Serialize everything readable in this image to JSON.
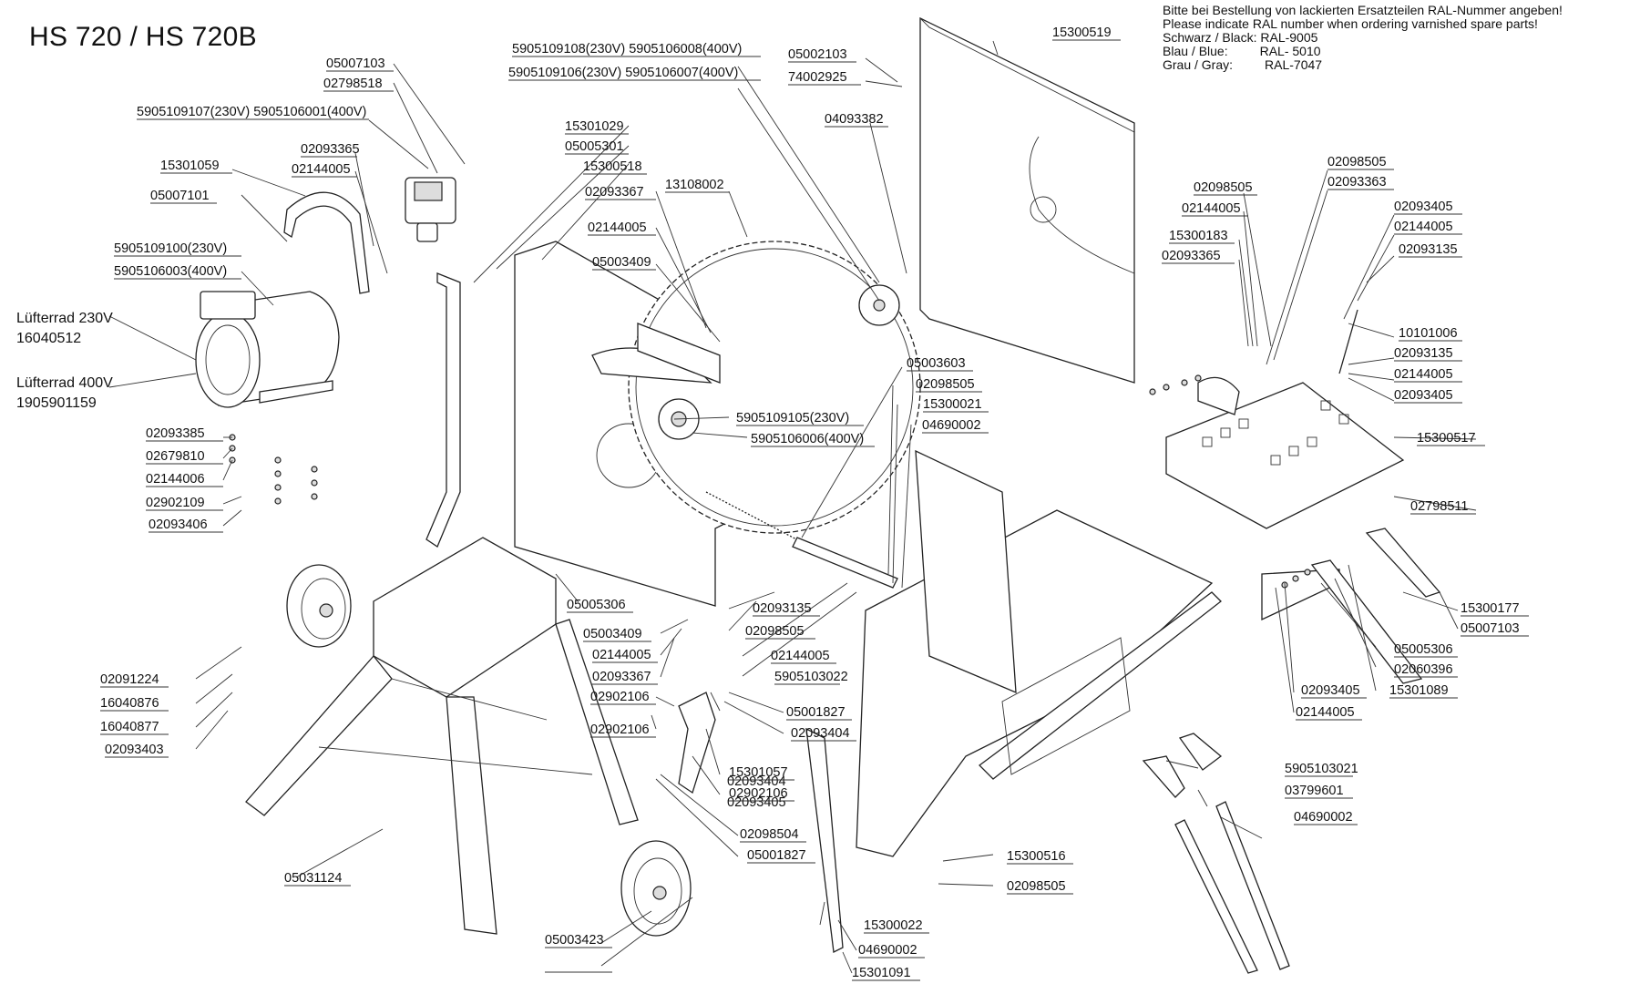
{
  "title": "HS 720 / HS 720B",
  "note": {
    "lines": [
      "Bitte bei Bestellung von lackierten Ersatzteilen RAL-Nummer angeben!",
      "Please indicate RAL number when ordering varnished spare parts!",
      "Schwarz / Black: RAL-9005",
      "Blau / Blue:         RAL- 5010",
      "Grau / Gray:         RAL-7047"
    ]
  },
  "fan_labels": [
    {
      "text": "Lüfterrad 230V"
    },
    {
      "text": "16040512"
    },
    {
      "text": "Lüfterrad 400V"
    },
    {
      "text": "1905901159"
    }
  ],
  "part_numbers": [
    "05007103",
    "02798518",
    "5905109107(230V) 5905106001(400V)",
    "02093365",
    "15301059",
    "02144005",
    "05007101",
    "5905109100(230V)",
    "5905106003(400V)",
    "02093385",
    "02679810",
    "02144006",
    "02902109",
    "02093406",
    "15301029",
    "05005301",
    "15300518",
    "02093367",
    "13108002",
    "02144005",
    "05003409",
    "5905109108(230V) 5905106008(400V)",
    "5905109106(230V) 5905106007(400V)",
    "05002103",
    "74002925",
    "04093382",
    "15300519",
    "5905109105(230V)",
    "5905106006(400V)",
    "05003603",
    "02098505",
    "15300021",
    "04690002",
    "02098505",
    "02144005",
    "15300183",
    "02093365",
    "02098505",
    "02093363",
    "02093405",
    "02144005",
    "02093135",
    "10101006",
    "02093135",
    "02144005",
    "02093405",
    "15300517",
    "02798511",
    "15300177",
    "05007103",
    "05005306",
    "02060396",
    "15301089",
    "02093405",
    "02144005",
    "02091224",
    "16040876",
    "16040877",
    "02093403",
    "05005306",
    "05003409",
    "02144005",
    "02093367",
    "02902106",
    "02902106",
    "05001827",
    "02093404",
    "15301057",
    "02902106",
    "02098504",
    "05001827",
    "02093404",
    "02093405",
    "02093135",
    "02098505",
    "02144005",
    "5905103022",
    "5905103021",
    "03799601",
    "04690002",
    "15300516",
    "02098505",
    "15300022",
    "04690002",
    "15301091",
    "05031124",
    "05003423"
  ]
}
